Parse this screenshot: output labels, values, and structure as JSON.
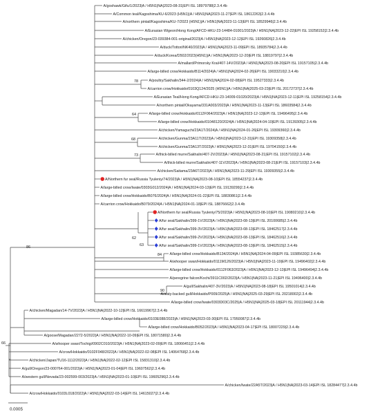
{
  "tree": {
    "leaves": [
      "A/goshawk/Gifu/1/2023|A / H5N1|NA|2023-08-31|EPI ISL 18979788|2.3.4.4b",
      "A/Common teal/Kagoshima/KU-6/2023 (H5N1)|A / H5N1|NA|2023-11-27|EPI ISL 18612263|2.3.4.4b",
      "A/northern pintail/Kagoshima/KU-7/2023 (H5N1)|A / H5N1|NA|2023-11-13|EPI ISL 18529946|2.3.4.4b",
      "A/Eurasian Wigeon/Hong Kong/AFCD-HKU-23-14484-01001/2023|A / H5N1|NA|2023-12-22|EPI ISL 19258152|2.3.4.4b",
      "A/chicken/Oregon/23-039384-001-original/2023|A / H5N1|NA|2023-12-12|EPI ISL 19260826|2.3.4.4b",
      "A/duck/Tottori/NK40/2023|A / H5N1|NA|2023-11-09|EPI ISL 18935784|2.3.4.4b",
      "A/duck/Korea/D502/2023(H5N1)|A / H5N1|NA|2023-12-20|EPI ISL 18819797|2.3.4.4b",
      "A/mallard/Primorsky Krai/407-14V/2023|A / H5N1|NA|2023-08-20|EPI ISL 19157105|2.3.4.4b",
      "A/large-billed crow/Hokkaido/B114/2024|A / H5N1|NA|2024-02-26|EPI ISL 19033210|2.3.4.4b",
      "A/poultry/Sakhalin/344-2/2024|A / H5N1|NA|2024-02-08|EPI ISL 19527333|2.3.4.4b",
      "A/carrion crow/Hokkaido/0103Q124/2025 (H5N1)|A / H5N1|NA|2025-03-23|EPI ISL 20172737|2.3.4.4b",
      "A/Eurasian Teal/Hong Kong/AFCD-HKU-23-14009-01020/2023|A / H5N1|NA|2023-12-11|EPI ISL 19258154|2.3.4.4b",
      "A/northern pintail/Okayama/331A003/2023|A / H5N1|NA|2023-11-13|EPI ISL 18603584|2.3.4.4b",
      "A/large-billed crow/Hokkaido/0112F064/2023|A / H5N1|NA|2023-12-13|EPI ISL 19496495|2.3.4.4b",
      "A/large-billed crow/Hokkaido/01048120/2024|A / H5N1|NA|2024-04-10|EPI ISL 19139305|2.3.4.4b",
      "A/chicken/Yamaguchi/23A1T/2024|A / H5N1|NA|2024-01-26|EPI ISL 19309360|2.3.4.4b",
      "A/chicken/Gunma/23A11T/2023|A / H5N1|NA|2023-12-31|EPI ISL 19309358|2.3.4.4b",
      "A/chicken/Gunma/23A13T/2023|A / H5N1|NA|2023-12-31|EPI ISL 19704150|2.3.4.4b",
      "A/thick-billed murre/Sakhalin/407-2V/2023|A / H5N1|NA|2023-08-21|EPI ISL 19157102|2.3.4.4b",
      "A/thick-billed murre/Sakhalin/407-11V/2023|A / H5N1|NA|2023-08-21|EPI ISL 19157103|2.3.4.4b",
      "A/chicken/Saitama/23A6T/2023|A / H5N1|NA|2023-11-29|EPI ISL 19309355|2.3.4.4b",
      "A/Northern fur seal/Russia Tyuleniy/74/2023|A / H5N1|NA|2023-08-10|EPI ISL 18554237|2.3.4.4b",
      "A/large-billed crow/Iwate/0303G012/2024|A / H5N1|NA|2024-03-13|EPI ISL 19139299|2.3.4.4b",
      "A/large-billed crow/Hokkaido/B076/2024|A / H5N1|NA|2024-01-22|EPI ISL 18830861|2.3.4.4b",
      "A/carrion crow/Hokkaido/B079/2024|A / H5N1|NA|2024-01-18|EPI ISL 18876662|2.3.4.4b",
      "A/Northern fur seal/Russia Tyuleniy/75/2023|A / H5N1|NA|2023-08-10|EPI ISL 19080210|2.3.4.4b",
      "A/fur seal/Sakhalin/399-1V/2023|A / H5N1|NA|2023-08-13|EPI ISL 20100685|2.3.4.4b",
      "A/fur seal/Sakhalin/399-3V/2023|A / H5N1|NA|2023-08-13|EPI ISL 18462517|2.3.4.4b",
      "A/fur seal/Sakhalin/399-2V/2023|A / H5N1|NA|2023-08-13|EPI ISL 18462516|2.3.4.4b",
      "A/fur seal/Sakhalin/399-1V/2023|A / H5N1|NA|2023-08-13|EPI ISL 18462515|2.3.4.4b",
      "A/large-billed crow/Hokkaido/B134/2024|A / H5N1|NA|2024-04-09|EPI ISL 19385630|2.3.4.4b",
      "A/whooper swan/Hokkaido/0111M126/2023|A / H5N1|NA|2023-11-19|EPI ISL 19496402|2.3.4.4b",
      "A/large-billed crow/Hokkaido/0112F063/2023|A / H5N1|NA|2023-12-13|EPI ISL 19496494|2.3.4.4b",
      "A/peregrine falcon/Kochi/3911C002/2023|A / H5N1|NA|2023-11-21|EPI ISL 19496400|2.3.4.4b",
      "A/gull/Sakhalin/407-3V/2023|A / H5N1|NA|2023-08-18|EPI ISL 19501014|2.3.4.4b",
      "A/slaty-backed gull/Hokkaido/P009/2025|A / H5N1|NA|2025-03-29|EPI ISL 20218002|2.3.4.4b",
      "A/large-billed crow/Iwate/0303D03C/2025|A / H5N1|NA|2025-03-18|EPI ISL 20111944|2.3.4.4b",
      "A/chicken/Magadan/14-7V/2022|A / H5N1|NA|2022-10-12|EPI ISL 16619967|2.3.4.4b",
      "A/large-billed crow/Hokkaido/0103E088/2023|A / H5N1|NA|2023-03-30|EPI ISL 17950087|2.3.4.4b",
      "A/large-billed crow/Hokkaido/B052/2023|A / H5N1|NA|2023-04-17|EPI ISL 18007229|2.3.4.4b",
      "A/goose/Magadan/2272-5/2022|A / H5N1|NA|2022-10-09|EPI ISL 18071580|2.3.4.4b",
      "A/whooper swan/Tochigi/0902C010/2023|A / H5N1|NA|2023-02-09|EPI ISL 18066451|2.3.4.4b",
      "A/crow/Hokkaido/0102F048/2022|A / H5N1|NA|2022-02-08|EPI ISL 14064768|2.3.4.4b",
      "A/chicken/Japan/TU16-1112/2022|A / H5N1|NA|2022-02-12|EPI ISL 15831310|2.3.4.4b",
      "A/gull/Oregon/23-000764-001/2023|A / H5N1|NA|2023-01-04|EPI ISL 19607562|2.3.4.4b",
      "A/western gull/Nevada/23-002599-003/2023|A / H5N1|NA|2023-01-10|EPI ISL 19605296|2.3.4.4b",
      "A/chicken/Iwate/22A5T/2023|A / H5N1|NA|2023-03-14|EPI ISL 18284477|2.3.4.4b",
      "A/crow/Hokkaido/0103L018/2022|A / H5N1|NA|2022-03-14|EPI ISL 14615027|2.3.4.4b"
    ],
    "bootstrap": [
      "78",
      "64",
      "68",
      "73",
      "62",
      "63",
      "84",
      "90",
      "86",
      "66"
    ],
    "scale_label": "0.0005",
    "colors": {
      "branch": "#444444",
      "text": "#222222",
      "marker_red": "#e02424",
      "marker_blue": "#2c3fd6"
    },
    "markers": [
      {
        "leaf": 21,
        "shape": "circle",
        "color": "red"
      },
      {
        "leaf": 25,
        "shape": "circle",
        "color": "red"
      },
      {
        "leaf": 26,
        "shape": "diamond",
        "color": "blue"
      },
      {
        "leaf": 27,
        "shape": "diamond",
        "color": "blue"
      },
      {
        "leaf": 28,
        "shape": "diamond",
        "color": "blue"
      },
      {
        "leaf": 29,
        "shape": "diamond",
        "color": "blue"
      }
    ]
  }
}
